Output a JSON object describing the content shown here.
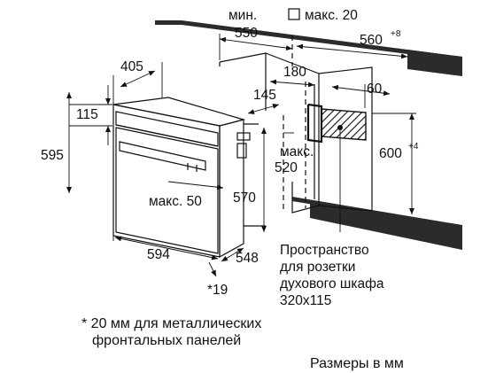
{
  "dimensions": {
    "min_label": "мин.",
    "min_value": "550",
    "max20_label": "макс. 20",
    "d560": "560",
    "d560_sup": "+8",
    "d405": "405",
    "d180": "180",
    "d60": "60",
    "d115": "115",
    "d145": "145",
    "d595": "595",
    "d600": "600",
    "d600_sup": "+4",
    "max_label": "макс.",
    "max_value": "520",
    "d570": "570",
    "max50": "макс. 50",
    "d594": "594",
    "d548": "548",
    "star19": "*19"
  },
  "socket_note": {
    "line1": "Пространство",
    "line2": "для розетки",
    "line3": "духового шкафа",
    "line4": "320x115"
  },
  "footnote": {
    "line1": "* 20 мм для металлических",
    "line2": "фронтальных панелей"
  },
  "units_label": "Размеры в мм"
}
